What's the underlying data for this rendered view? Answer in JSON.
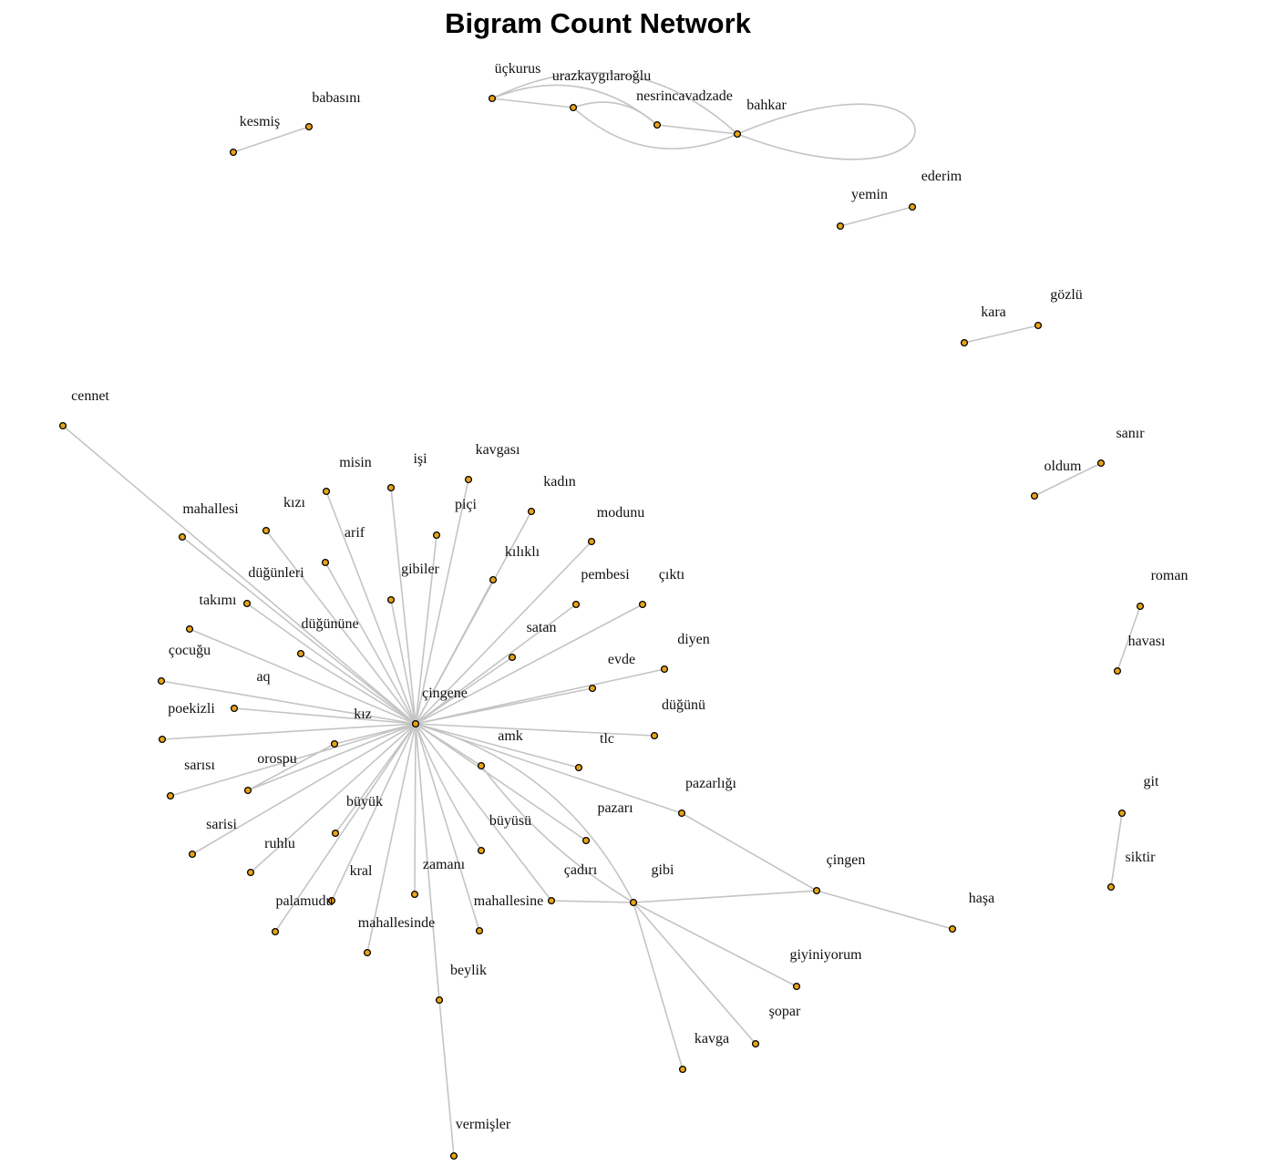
{
  "title": "Bigram Count Network",
  "colors": {
    "node_fill": "#e8a317",
    "node_stroke": "#000000",
    "edge": "#c4c4c4"
  },
  "network": {
    "nodes": [
      "üçkurus",
      "urazkaygılaroğlu",
      "nesrincavadzade",
      "bahkar",
      "kesmiş",
      "babasını",
      "yemin",
      "ederim",
      "kara",
      "gözlü",
      "oldum",
      "sanır",
      "roman",
      "havası",
      "git",
      "siktir",
      "cennet",
      "mahallesi",
      "kızı",
      "misin",
      "işi",
      "kavgası",
      "piçi",
      "kadın",
      "arif",
      "modunu",
      "kılıklı",
      "düğünleri",
      "gibiler",
      "pembesi",
      "çıktı",
      "takımı",
      "düğününe",
      "satan",
      "diyen",
      "çocuğu",
      "evde",
      "aq",
      "poekizli",
      "çingene",
      "kız",
      "düğünü",
      "amk",
      "tlc",
      "sarısı",
      "orospu",
      "pazarlığı",
      "büyük",
      "büyüsü",
      "pazarı",
      "sarisi",
      "ruhlu",
      "kral",
      "zamanı",
      "çadırı",
      "gibi",
      "çingen",
      "palamudu",
      "mahallesine",
      "haşa",
      "mahallesinde",
      "giyiniyorum",
      "beylik",
      "şopar",
      "kavga",
      "vermişler"
    ],
    "edges": [
      [
        "üçkurus",
        "urazkaygılaroğlu"
      ],
      [
        "üçkurus",
        "nesrincavadzade"
      ],
      [
        "üçkurus",
        "bahkar"
      ],
      [
        "urazkaygılaroğlu",
        "nesrincavadzade"
      ],
      [
        "urazkaygılaroğlu",
        "bahkar"
      ],
      [
        "nesrincavadzade",
        "bahkar"
      ],
      [
        "bahkar",
        "bahkar"
      ],
      [
        "kesmiş",
        "babasını"
      ],
      [
        "yemin",
        "ederim"
      ],
      [
        "kara",
        "gözlü"
      ],
      [
        "oldum",
        "sanır"
      ],
      [
        "roman",
        "havası"
      ],
      [
        "git",
        "siktir"
      ],
      [
        "çingene",
        "cennet"
      ],
      [
        "çingene",
        "mahallesi"
      ],
      [
        "çingene",
        "kızı"
      ],
      [
        "çingene",
        "misin"
      ],
      [
        "çingene",
        "işi"
      ],
      [
        "çingene",
        "kavgası"
      ],
      [
        "çingene",
        "piçi"
      ],
      [
        "çingene",
        "kadın"
      ],
      [
        "çingene",
        "arif"
      ],
      [
        "çingene",
        "modunu"
      ],
      [
        "çingene",
        "kılıklı"
      ],
      [
        "çingene",
        "düğünleri"
      ],
      [
        "çingene",
        "gibiler"
      ],
      [
        "çingene",
        "pembesi"
      ],
      [
        "çingene",
        "çıktı"
      ],
      [
        "çingene",
        "takımı"
      ],
      [
        "çingene",
        "düğününe"
      ],
      [
        "çingene",
        "satan"
      ],
      [
        "çingene",
        "diyen"
      ],
      [
        "çingene",
        "çocuğu"
      ],
      [
        "çingene",
        "evde"
      ],
      [
        "çingene",
        "aq"
      ],
      [
        "çingene",
        "poekizli"
      ],
      [
        "çingene",
        "kız"
      ],
      [
        "çingene",
        "düğünü"
      ],
      [
        "çingene",
        "amk"
      ],
      [
        "çingene",
        "tlc"
      ],
      [
        "çingene",
        "sarısı"
      ],
      [
        "çingene",
        "orospu"
      ],
      [
        "çingene",
        "pazarlığı"
      ],
      [
        "çingene",
        "büyük"
      ],
      [
        "çingene",
        "büyüsü"
      ],
      [
        "çingene",
        "pazarı"
      ],
      [
        "çingene",
        "sarisi"
      ],
      [
        "çingene",
        "ruhlu"
      ],
      [
        "çingene",
        "kral"
      ],
      [
        "çingene",
        "zamanı"
      ],
      [
        "çingene",
        "çadırı"
      ],
      [
        "çingene",
        "gibi"
      ],
      [
        "çingene",
        "palamudu"
      ],
      [
        "çingene",
        "mahallesine"
      ],
      [
        "çingene",
        "mahallesinde"
      ],
      [
        "çingene",
        "beylik"
      ],
      [
        "beylik",
        "vermişler"
      ],
      [
        "kız",
        "orospu"
      ],
      [
        "pazarlığı",
        "çingen"
      ],
      [
        "çadırı",
        "gibi"
      ],
      [
        "amk",
        "gibi"
      ],
      [
        "gibi",
        "çingen"
      ],
      [
        "çingen",
        "haşa"
      ],
      [
        "gibi",
        "giyiniyorum"
      ],
      [
        "gibi",
        "şopar"
      ],
      [
        "gibi",
        "kavga"
      ]
    ]
  }
}
